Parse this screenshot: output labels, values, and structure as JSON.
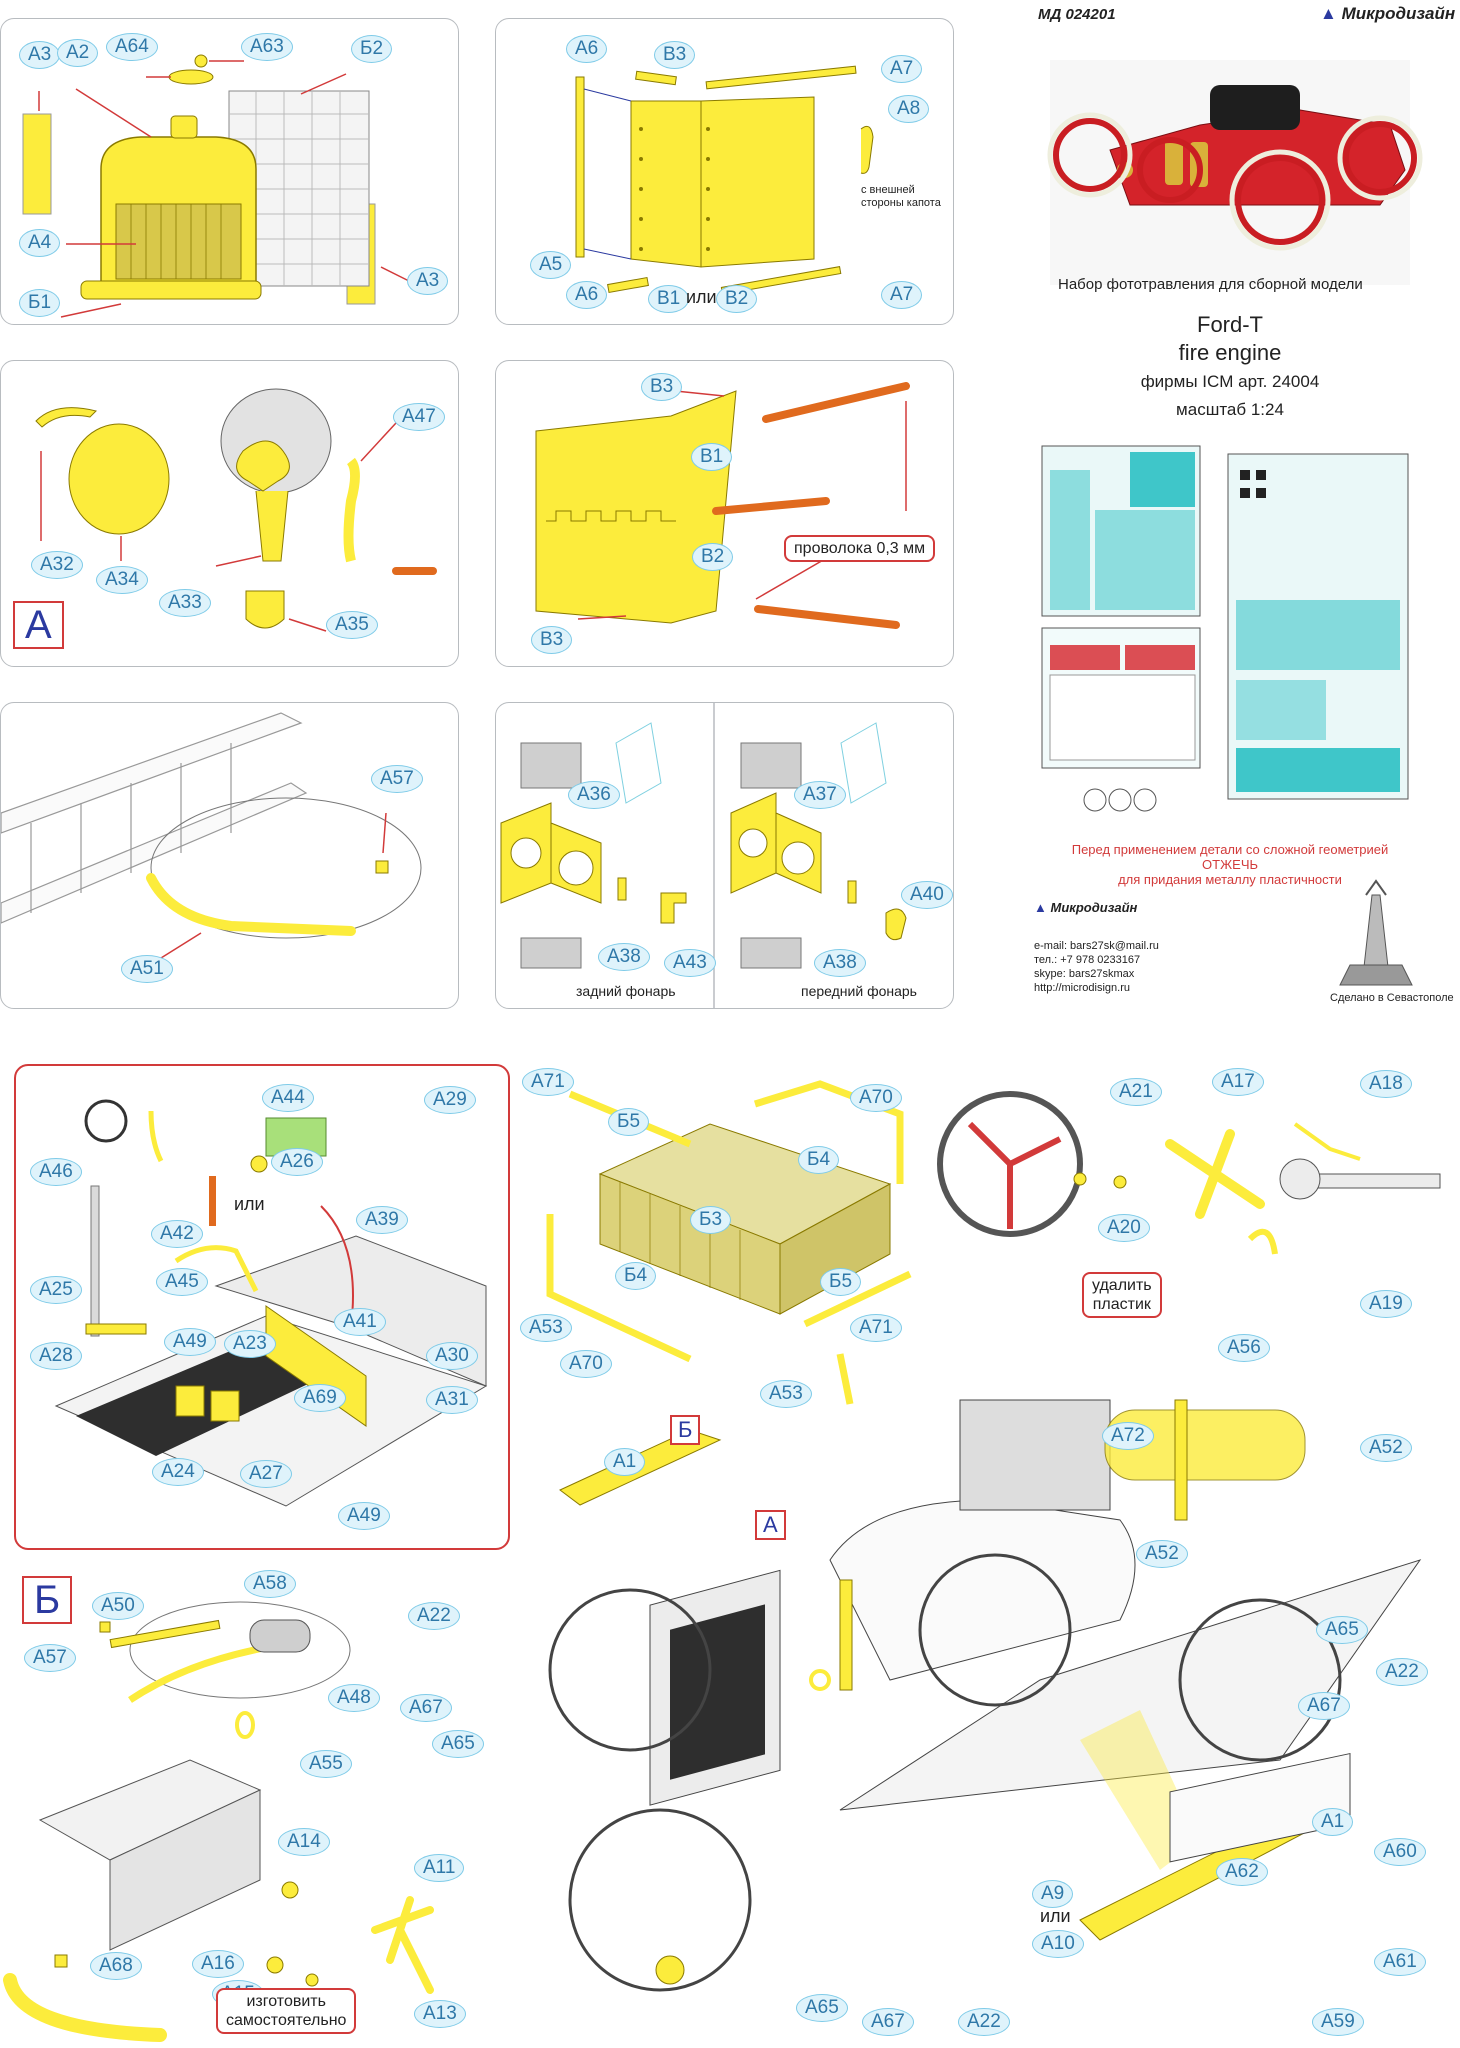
{
  "header": {
    "article": "МД 024201",
    "brand": "Микродизайн",
    "set_title": "Набор фототравления для сборной модели",
    "model_line1": "Ford-T",
    "model_line2": "fire engine",
    "maker_line": "фирмы ICM   арт. 24004",
    "scale": "масштаб 1:24"
  },
  "warning": {
    "line1": "Перед применением детали со сложной геометрией",
    "line2": "ОТЖЕЧЬ",
    "line3": "для придания металлу пластичности"
  },
  "contacts": {
    "brand": "Микродизайн",
    "email": "e-mail: bars27sk@mail.ru",
    "phone": "тел.: +7 978 0233167",
    "skype": "skype: bars27skmax",
    "web": "http://microdisign.ru",
    "made_in": "Сделано в Севастополе"
  },
  "notes": {
    "outside_hood_1": "с внешней",
    "outside_hood_2": "стороны капота",
    "or1": "или",
    "or2": "или",
    "or3": "или",
    "wire": "проволока 0,3 мм",
    "rear_lamp": "задний фонарь",
    "front_lamp": "передний фонарь",
    "remove_plastic_1": "удалить",
    "remove_plastic_2": "пластик",
    "make_yourself_1": "изготовить",
    "make_yourself_2": "самостоятельно"
  },
  "markers": {
    "A_panel": "A",
    "B_panel": "Б",
    "B_car": "Б",
    "A_car": "A"
  },
  "labels": {
    "p1": [
      "A3",
      "A2",
      "A64",
      "A63",
      "Б2",
      "A4",
      "Б1",
      "A3"
    ],
    "p2": [
      "A6",
      "B3",
      "A7",
      "A8",
      "A5",
      "A6",
      "B1",
      "B2",
      "A7"
    ],
    "p3": [
      "A47",
      "A32",
      "A34",
      "A33",
      "A35"
    ],
    "p4": [
      "B3",
      "B1",
      "B2",
      "B3"
    ],
    "p5": [
      "A57",
      "A51"
    ],
    "p6": [
      "A36",
      "A38",
      "A43",
      "A37",
      "A38",
      "A40"
    ],
    "p7": [
      "A44",
      "A29",
      "A46",
      "A26",
      "A42",
      "A39",
      "A25",
      "A45",
      "A41",
      "A28",
      "A49",
      "A23",
      "A30",
      "A69",
      "A31",
      "A24",
      "A27",
      "A49"
    ],
    "p8": [
      "A71",
      "A70",
      "Б5",
      "Б4",
      "Б3",
      "A53",
      "Б4",
      "Б5",
      "A70",
      "A71",
      "A53"
    ],
    "p9": [
      "A21",
      "A17",
      "A18",
      "A20",
      "A19"
    ],
    "p10": [
      "A56",
      "A72",
      "A52",
      "A52",
      "A1",
      "A22",
      "A67",
      "A65",
      "A65",
      "A22",
      "A67",
      "A1",
      "A9",
      "A10",
      "A65",
      "A67",
      "A22",
      "A62",
      "A60",
      "A61",
      "A59"
    ],
    "p11": [
      "A58",
      "A50",
      "A57",
      "A48",
      "A55",
      "A14",
      "A11",
      "A16",
      "A15",
      "A13",
      "A68"
    ]
  },
  "colors": {
    "part_yellow": "#fcec3c",
    "label_blue": "#2f78a8",
    "label_fill": "#dff3fb",
    "arrow_red": "#d23a3a",
    "wire_orange": "#e06a1e",
    "fret_teal": "#3fc6c9"
  }
}
